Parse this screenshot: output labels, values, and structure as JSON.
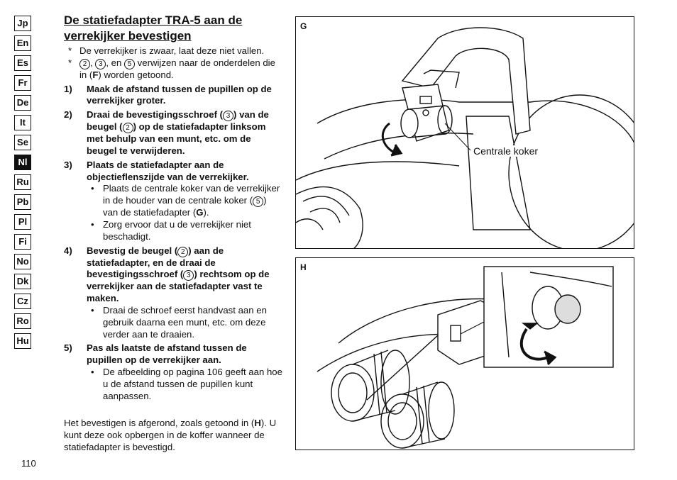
{
  "languages": [
    {
      "code": "Jp",
      "active": false
    },
    {
      "code": "En",
      "active": false
    },
    {
      "code": "Es",
      "active": false
    },
    {
      "code": "Fr",
      "active": false
    },
    {
      "code": "De",
      "active": false
    },
    {
      "code": "It",
      "active": false
    },
    {
      "code": "Se",
      "active": false
    },
    {
      "code": "Nl",
      "active": true
    },
    {
      "code": "Ru",
      "active": false
    },
    {
      "code": "Pb",
      "active": false
    },
    {
      "code": "Pl",
      "active": false
    },
    {
      "code": "Fi",
      "active": false
    },
    {
      "code": "No",
      "active": false
    },
    {
      "code": "Dk",
      "active": false
    },
    {
      "code": "Cz",
      "active": false
    },
    {
      "code": "Ro",
      "active": false
    },
    {
      "code": "Hu",
      "active": false
    }
  ],
  "title_line1": "De statiefadapter TRA-5 aan de",
  "title_line2": "verrekijker bevestigen",
  "note_mark": "*",
  "note1": "De verrekijker is zwaar, laat deze niet vallen.",
  "note2_parts": [
    "2",
    "3",
    "5"
  ],
  "note2_text_a": ", ",
  "note2_text_b": ", en ",
  "note2_text_c": " verwijzen naar de onderdelen die in (",
  "note2_bold": "F",
  "note2_text_d": ") worden getoond.",
  "step1_num": "1)",
  "step1": "Maak de afstand tussen de pupillen op de verrekijker groter.",
  "step2_num": "2)",
  "step2_a": "Draai de bevestigingsschroef (",
  "step2_c1": "3",
  "step2_b": ") van de beugel (",
  "step2_c2": "2",
  "step2_c": ") op de statiefadapter linksom met behulp van een munt, etc. om de beugel te verwijderen.",
  "step3_num": "3)",
  "step3": "Plaats de statiefadapter aan de objectieflenszijde van de verrekijker.",
  "bullet_dot": "•",
  "step3_b1_a": "Plaats de centrale koker van de verrekijker in de houder van de centrale koker (",
  "step3_b1_c": "5",
  "step3_b1_b": ") van de statiefadapter (",
  "step3_b1_bold": "G",
  "step3_b1_d": ").",
  "step3_b2": "Zorg ervoor dat u de verrekijker niet beschadigt.",
  "step4_num": "4)",
  "step4_a": "Bevestig de beugel (",
  "step4_c1": "2",
  "step4_b": ") aan de statiefadapter, en de draai de bevestigingsschroef (",
  "step4_c2": "3",
  "step4_c": ") rechtsom op de verrekijker aan de statiefadapter vast te maken.",
  "step4_b1": "Draai de schroef eerst handvast aan en gebruik daarna een munt, etc. om deze verder aan te draaien.",
  "step5_num": "5)",
  "step5": "Pas als laatste de afstand tussen de pupillen op de verrekijker aan.",
  "step5_b1": "De afbeelding op pagina 106 geeft aan hoe u de afstand tussen de pupillen kunt aanpassen.",
  "footer_a": "Het bevestigen is afgerond, zoals getoond in (",
  "footer_bold": "H",
  "footer_b": "). U kunt deze ook opbergen in de koffer wanneer de statiefadapter is bevestigd.",
  "page_number": "110",
  "figure_g": {
    "label": "G",
    "callout": "Centrale koker"
  },
  "figure_h": {
    "label": "H"
  }
}
